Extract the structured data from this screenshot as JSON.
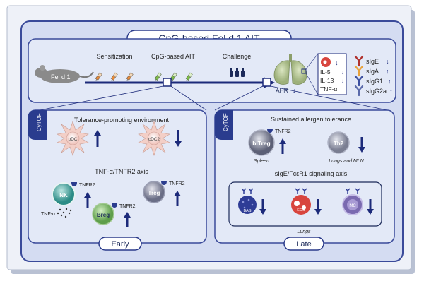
{
  "title": "CpG-based Fel d 1 AIT",
  "timeline": {
    "allergen_label": "Fel d 1",
    "steps": [
      "Sensitization",
      "CpG-based AIT",
      "Challenge"
    ]
  },
  "lung": {
    "ahr_label": "AHR",
    "cytokines": [
      "IL-5",
      "IL-13",
      "TNF-α"
    ]
  },
  "antibodies": [
    "sIgE",
    "sIgA",
    "sIgG1",
    "sIgG2a"
  ],
  "early": {
    "badge": "CyTOF",
    "heading": "Tolerance-promoting environment",
    "cells_top": [
      "pDC",
      "cDC2"
    ],
    "subheading": "TNF-α/TNFR2 axis",
    "cells": [
      "NK",
      "Treg",
      "Breg"
    ],
    "receptor_label": "TNFR2",
    "cytokine_label": "TNF-α",
    "phase_label": "Early"
  },
  "late": {
    "badge": "CyTOF",
    "heading": "Sustained allergen tolerance",
    "cells_top": [
      "biTreg",
      "Th2"
    ],
    "receptor_label": "TNFR2",
    "location_spleen": "Spleen",
    "location_lungs_mln": "Lungs and MLN",
    "subheading": "sIgE/FcεR1 signaling axis",
    "cells_bottom": [
      "BAS",
      "EOS",
      "MC"
    ],
    "location_lungs": "Lungs",
    "phase_label": "Late"
  },
  "colors": {
    "panel_bg": "#d4dcf2",
    "panel_border": "#3a4a9a",
    "navy": "#1c2a7a",
    "badge": "#2a3c8e"
  }
}
